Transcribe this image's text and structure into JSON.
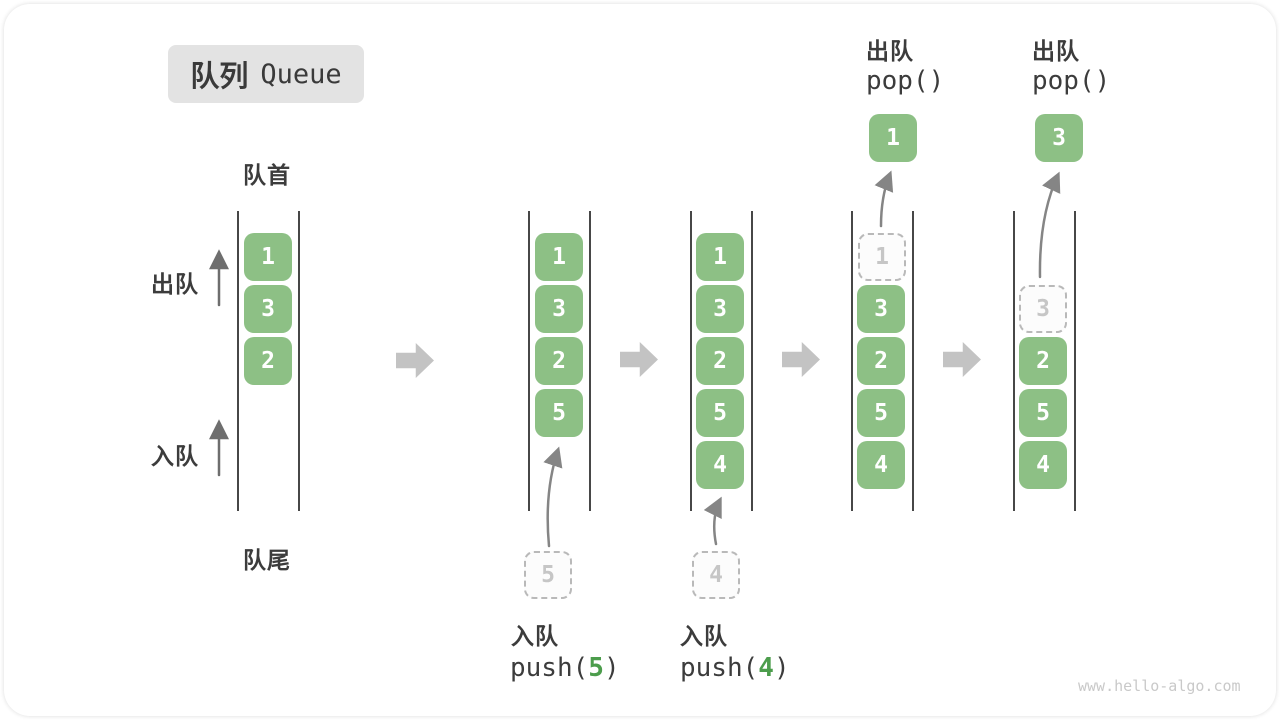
{
  "title": {
    "zh": "队列",
    "en": "Queue"
  },
  "annotations": {
    "front": "队首",
    "rear": "队尾",
    "dequeue": "出队",
    "enqueue": "入队"
  },
  "operations": {
    "push5": {
      "name": "入队",
      "code_fn": "push(",
      "code_arg": "5",
      "code_close": ")"
    },
    "push4": {
      "name": "入队",
      "code_fn": "push(",
      "code_arg": "4",
      "code_close": ")"
    },
    "pop1": {
      "name": "出队",
      "code": "pop()"
    },
    "pop2": {
      "name": "出队",
      "code": "pop()"
    }
  },
  "states": [
    {
      "items": [
        "1",
        "3",
        "2"
      ]
    },
    {
      "items": [
        "1",
        "3",
        "2",
        "5"
      ],
      "incoming": "5"
    },
    {
      "items": [
        "1",
        "3",
        "2",
        "5",
        "4"
      ],
      "incoming": "4"
    },
    {
      "ghost": "1",
      "items": [
        "3",
        "2",
        "5",
        "4"
      ],
      "popped": "1"
    },
    {
      "ghost": "3",
      "items": [
        "2",
        "5",
        "4"
      ],
      "popped": "3"
    }
  ],
  "watermark": "www.hello-algo.com",
  "colors": {
    "box_green": "#8dc085",
    "code_arg_green": "#4c9d4c",
    "block_arrow_gray": "#c3c3c3",
    "rail_gray": "#474747",
    "badge_gray": "#e3e3e3"
  }
}
